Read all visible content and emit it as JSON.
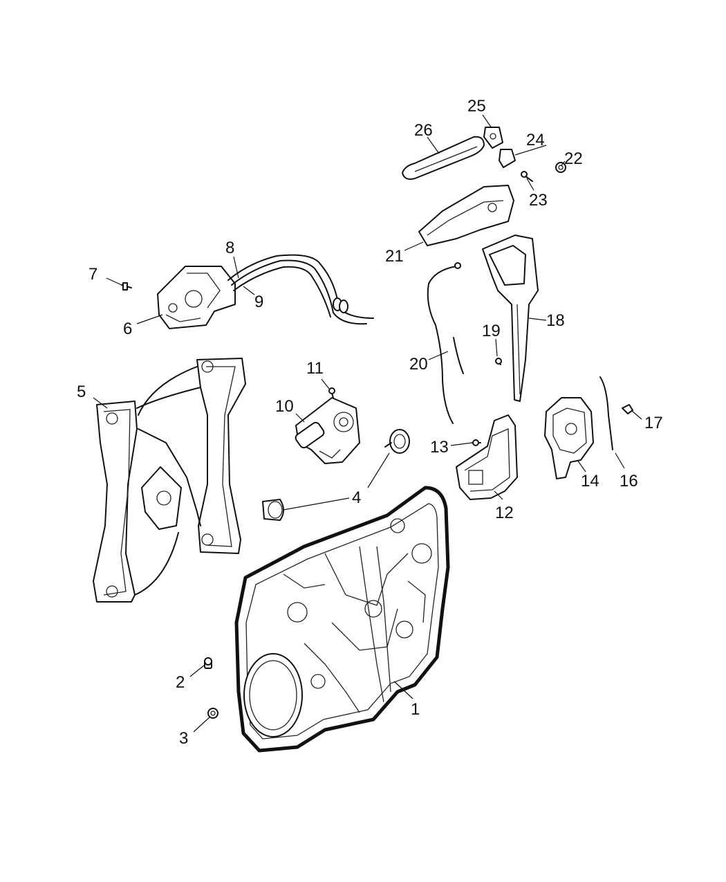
{
  "callouts": [
    {
      "id": "1",
      "label": "1"
    },
    {
      "id": "2",
      "label": "2"
    },
    {
      "id": "3",
      "label": "3"
    },
    {
      "id": "4",
      "label": "4"
    },
    {
      "id": "5",
      "label": "5"
    },
    {
      "id": "6",
      "label": "6"
    },
    {
      "id": "7",
      "label": "7"
    },
    {
      "id": "8",
      "label": "8"
    },
    {
      "id": "9",
      "label": "9"
    },
    {
      "id": "10",
      "label": "10"
    },
    {
      "id": "11",
      "label": "11"
    },
    {
      "id": "12",
      "label": "12"
    },
    {
      "id": "13",
      "label": "13"
    },
    {
      "id": "14",
      "label": "14"
    },
    {
      "id": "16",
      "label": "16"
    },
    {
      "id": "17",
      "label": "17"
    },
    {
      "id": "18",
      "label": "18"
    },
    {
      "id": "19",
      "label": "19"
    },
    {
      "id": "20",
      "label": "20"
    },
    {
      "id": "21",
      "label": "21"
    },
    {
      "id": "22",
      "label": "22"
    },
    {
      "id": "23",
      "label": "23"
    },
    {
      "id": "24",
      "label": "24"
    },
    {
      "id": "25",
      "label": "25"
    },
    {
      "id": "26",
      "label": "26"
    }
  ],
  "colors": {
    "line": "#111111",
    "background": "#ffffff"
  }
}
